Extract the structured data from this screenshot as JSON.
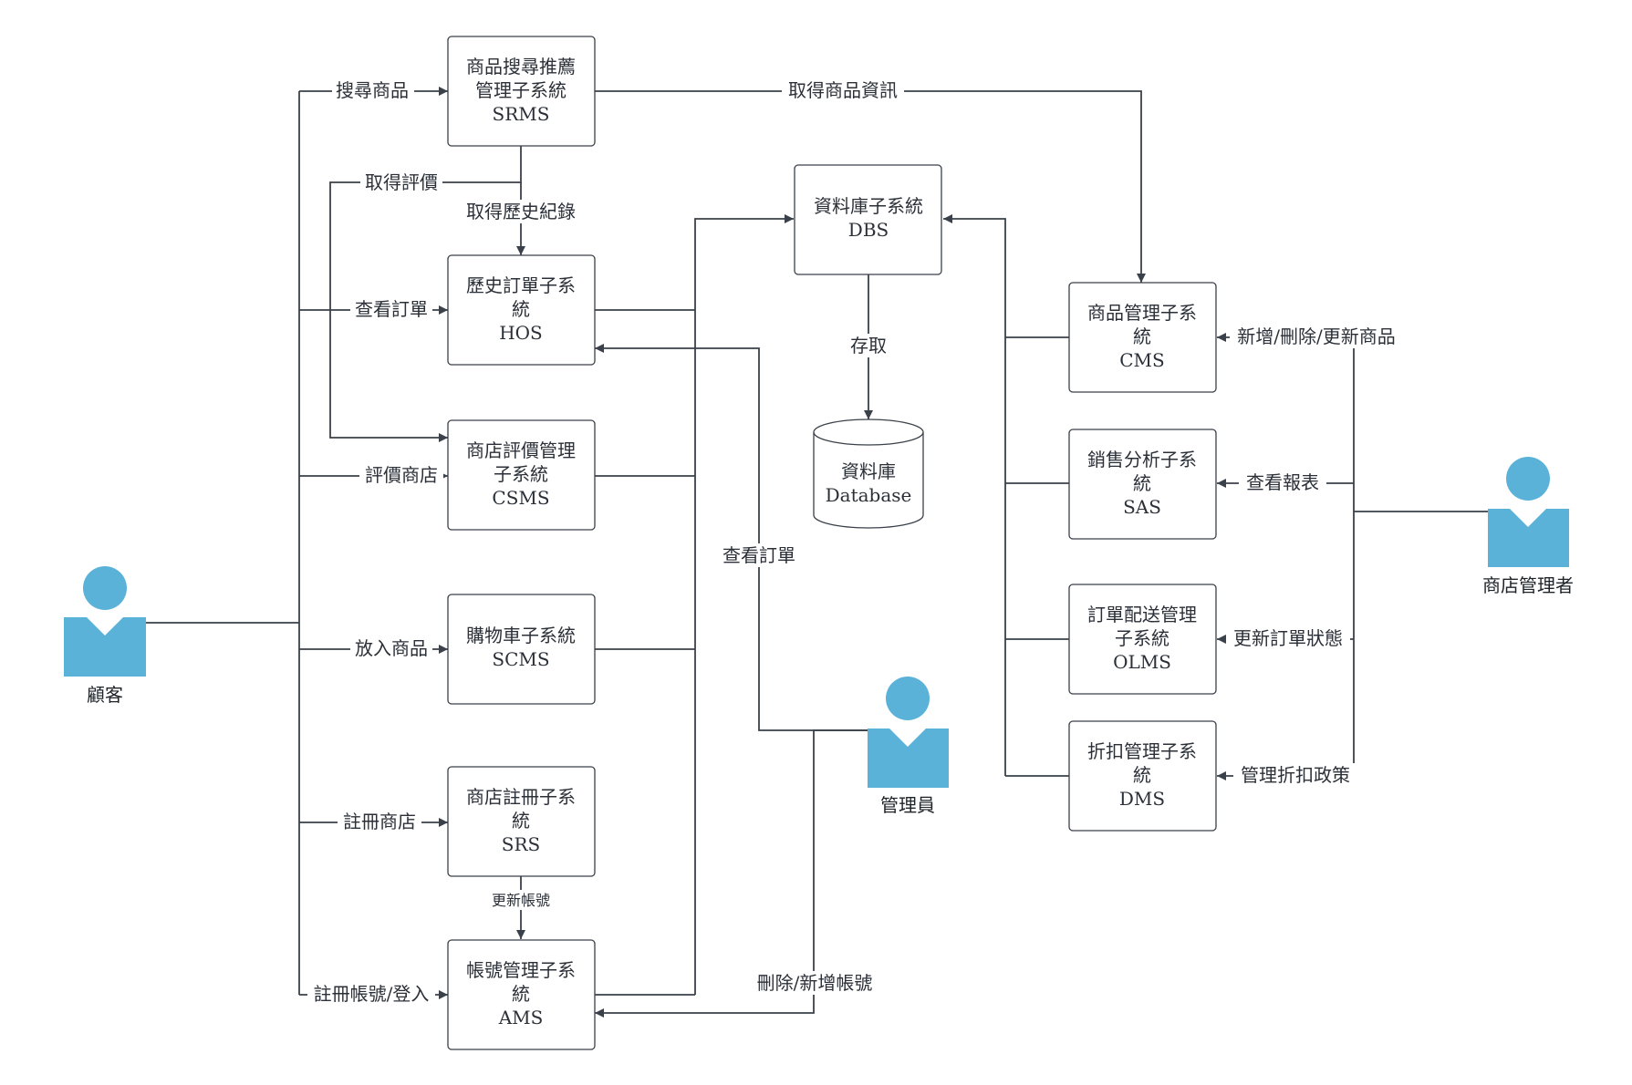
{
  "actors": {
    "customer": "顧客",
    "admin": "管理員",
    "store_manager": "商店管理者"
  },
  "colors": {
    "actor": "#5ab2d8",
    "line": "#3a414a"
  },
  "subsystems": {
    "srms": {
      "line1": "商品搜尋推薦",
      "line2": "管理子系統",
      "code": "SRMS"
    },
    "hos": {
      "line1": "歷史訂單子系",
      "line2": "統",
      "code": "HOS"
    },
    "csms": {
      "line1": "商店評價管理",
      "line2": "子系統",
      "code": "CSMS"
    },
    "scms": {
      "line1": "購物車子系統",
      "code": "SCMS"
    },
    "srs": {
      "line1": "商店註冊子系",
      "line2": "統",
      "code": "SRS"
    },
    "ams": {
      "line1": "帳號管理子系",
      "line2": "統",
      "code": "AMS"
    },
    "dbs": {
      "line1": "資料庫子系統",
      "code": "DBS"
    },
    "database": {
      "line1": "資料庫",
      "line2": "Database"
    },
    "cms": {
      "line1": "商品管理子系",
      "line2": "統",
      "code": "CMS"
    },
    "sas": {
      "line1": "銷售分析子系",
      "line2": "統",
      "code": "SAS"
    },
    "olms": {
      "line1": "訂單配送管理",
      "line2": "子系統",
      "code": "OLMS"
    },
    "dms": {
      "line1": "折扣管理子系",
      "line2": "統",
      "code": "DMS"
    }
  },
  "edges": {
    "search_product": "搜尋商品",
    "get_review": "取得評價",
    "get_history": "取得歷史紀錄",
    "view_order": "查看訂單",
    "review_store": "評價商店",
    "add_product": "放入商品",
    "register_store": "註冊商店",
    "register_login": "註冊帳號/登入",
    "update_account": "更新帳號",
    "get_product_info": "取得商品資訊",
    "access": "存取",
    "admin_view_order": "查看訂單",
    "delete_add_account": "刪除/新增帳號",
    "manage_product": "新增/刪除/更新商品",
    "view_report": "查看報表",
    "update_order_status": "更新訂單狀態",
    "manage_discount": "管理折扣政策"
  }
}
